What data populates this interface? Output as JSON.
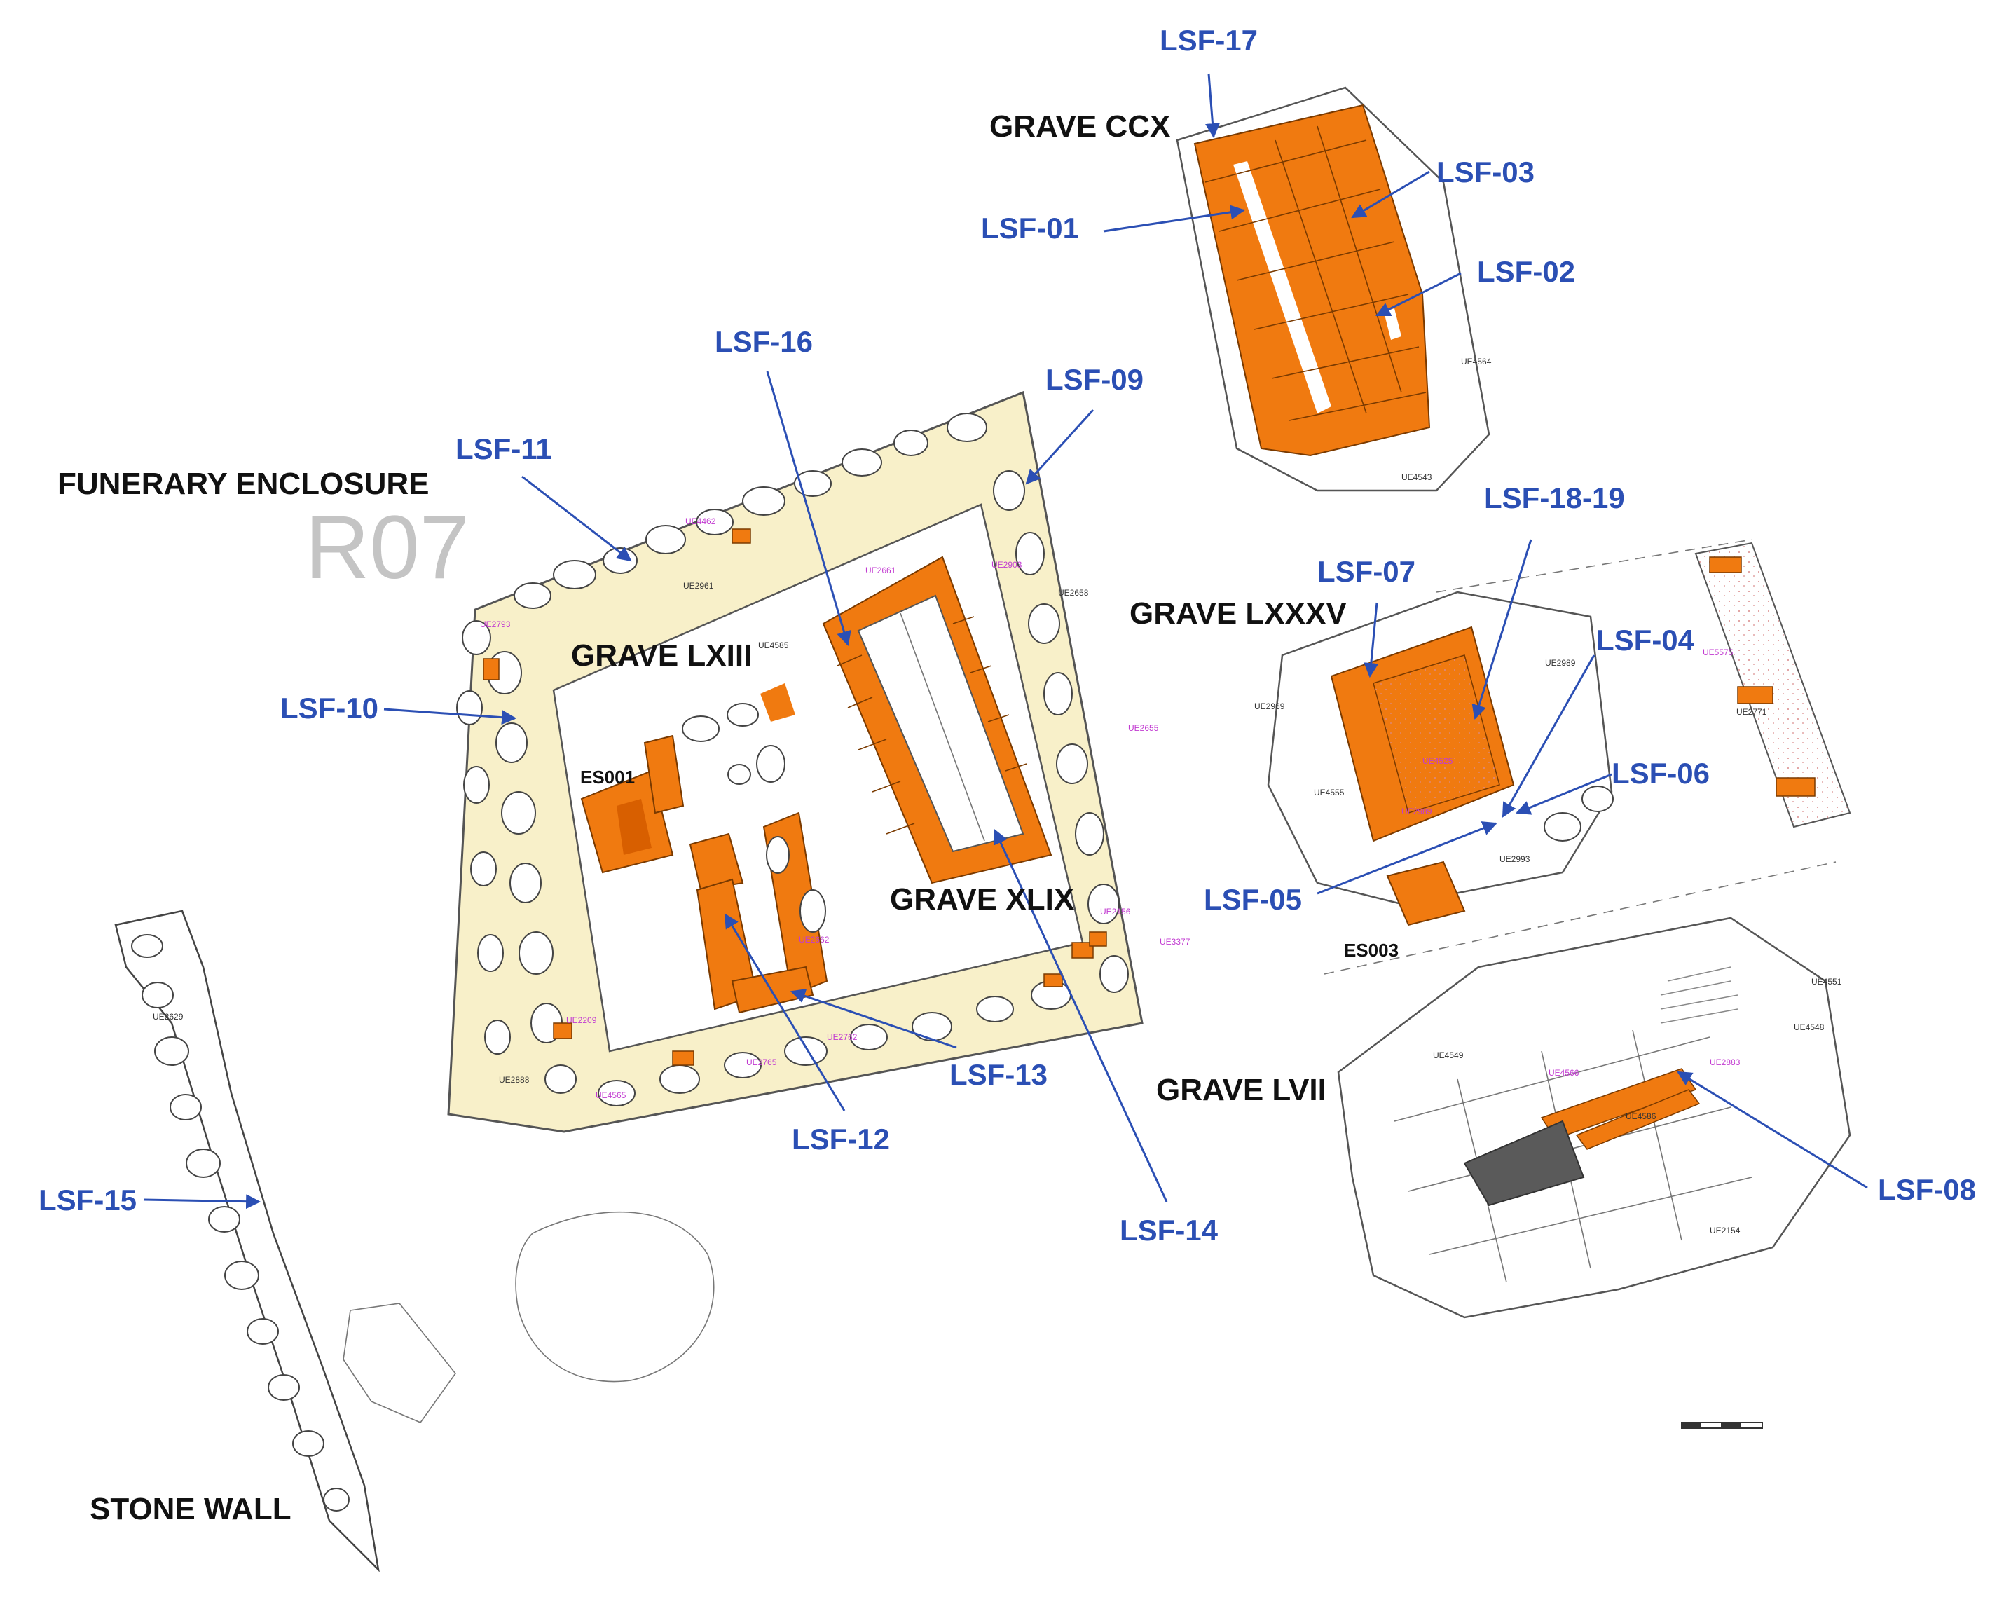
{
  "colors": {
    "lsf_blue": "#2b4fb4",
    "slab_orange": "#f07a10",
    "enclosure_fill": "#f8f0c9",
    "code_grey": "#c4c4c4",
    "coffin_grey": "#5a5a5a"
  },
  "features": {
    "funerary_enclosure": "FUNERARY ENCLOSURE",
    "enclosure_code": "R07",
    "grave_lxiii": "GRAVE LXIII",
    "grave_xlix": "GRAVE XLIX",
    "grave_ccx": "GRAVE CCX",
    "grave_lxxxv": "GRAVE LXXXV",
    "grave_lvii": "GRAVE LVII",
    "stone_wall": "STONE WALL",
    "es001": "ES001",
    "es003": "ES003"
  },
  "lsf_labels": [
    "LSF-17",
    "LSF-03",
    "LSF-01",
    "LSF-02",
    "LSF-16",
    "LSF-09",
    "LSF-11",
    "LSF-18-19",
    "LSF-07",
    "LSF-04",
    "LSF-10",
    "LSF-06",
    "LSF-05",
    "LSF-13",
    "LSF-12",
    "LSF-14",
    "LSF-15",
    "LSF-08"
  ],
  "ue_labels": {
    "ue4564": "UE4564",
    "ue4543": "UE4543",
    "ue2961": "UE2961",
    "ue2658": "UE2658",
    "ue4555": "UE4555",
    "ue2969": "UE2969",
    "ue2989": "UE2989",
    "ue2993": "UE2993",
    "ue4551": "UE4551",
    "ue4548": "UE4548",
    "ue4549": "UE4549",
    "ue2154": "UE2154",
    "ue2629": "UE2629",
    "ue2888": "UE2888",
    "ue4565": "UE4565",
    "ue4462": "UE4462",
    "ue2209": "UE2209",
    "ue2765": "UE2765",
    "ue2762": "UE2762",
    "ue4585": "UE4585",
    "ue2793": "UE2793",
    "ue2989b": "UE2989",
    "ue4525": "UE4525",
    "ue5575": "UE5575",
    "ue2771": "UE2771",
    "ue2883": "UE2883",
    "ue4566": "UE4566",
    "ue2661": "UE2661",
    "ue2903": "UE2903",
    "ue2156": "UE2156",
    "ue2662": "UE2662",
    "ue3377": "UE3377",
    "ue2655": "UE2655",
    "ue4586": "UE4586"
  }
}
